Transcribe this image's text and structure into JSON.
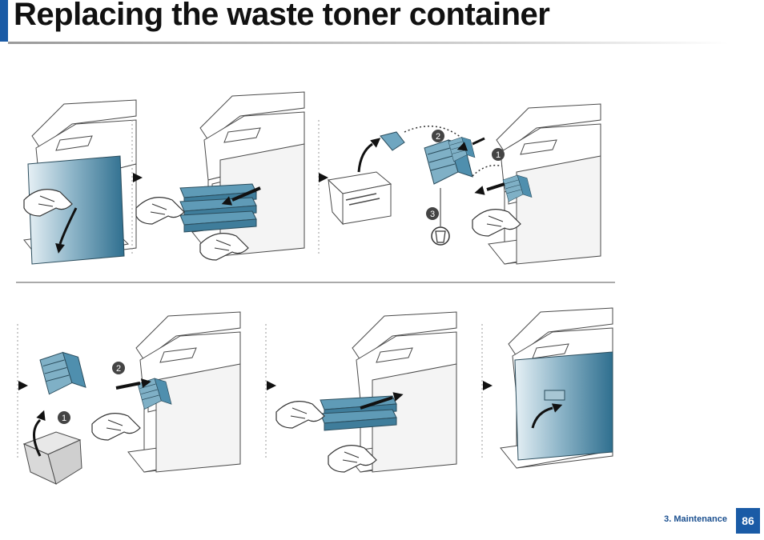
{
  "page": {
    "title": "Replacing the waste toner container",
    "footer_section": "3. Maintenance",
    "page_number": "86"
  },
  "steps": {
    "callouts_top": [
      "2",
      "1",
      "3"
    ],
    "callouts_bottom": [
      "2",
      "1"
    ]
  },
  "colors": {
    "accent": "#1a5ba6",
    "part_blue": "#4f8fae",
    "line": "#4a4a4a"
  }
}
